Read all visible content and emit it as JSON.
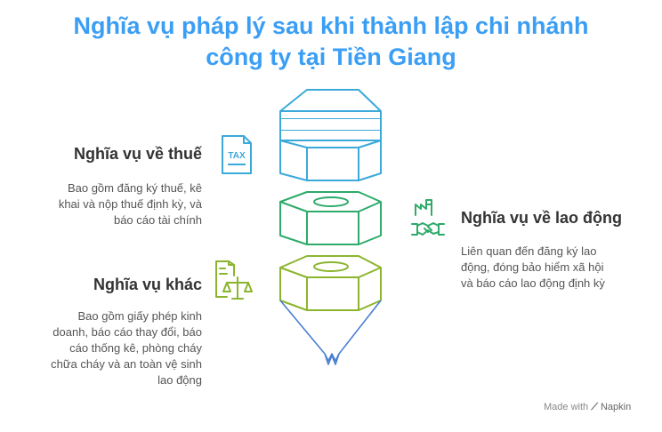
{
  "title": {
    "line1": "Nghĩa vụ pháp lý sau khi thành lập chi nhánh",
    "line2": "công ty tại Tiền Giang"
  },
  "sections": {
    "tax": {
      "heading": "Nghĩa vụ về thuế",
      "desc": [
        "Bao gồm đăng ký thuế, kê",
        "khai và nộp thuế định kỳ, và",
        "báo cáo tài chính"
      ],
      "icon_label": "TAX",
      "color": "#3ba9d9"
    },
    "labor": {
      "heading": "Nghĩa vụ về lao động",
      "desc": [
        "Liên quan đến đăng ký lao",
        "động, đóng bảo hiểm xã hội",
        "và báo cáo lao động định kỳ"
      ],
      "color": "#2eaa6a"
    },
    "other": {
      "heading": "Nghĩa vụ khác",
      "desc": [
        "Bao gồm giấy phép kinh",
        "doanh, báo cáo thay đổi, báo",
        "cáo thống kê, phòng cháy",
        "chữa cháy và an toàn vệ sinh",
        "lao động"
      ],
      "color": "#8bb52e"
    }
  },
  "footer": {
    "made_with": "Made with",
    "brand": "Napkin"
  },
  "colors": {
    "title": "#3b9ef5",
    "pencil_tip": "#4a7fd0"
  }
}
